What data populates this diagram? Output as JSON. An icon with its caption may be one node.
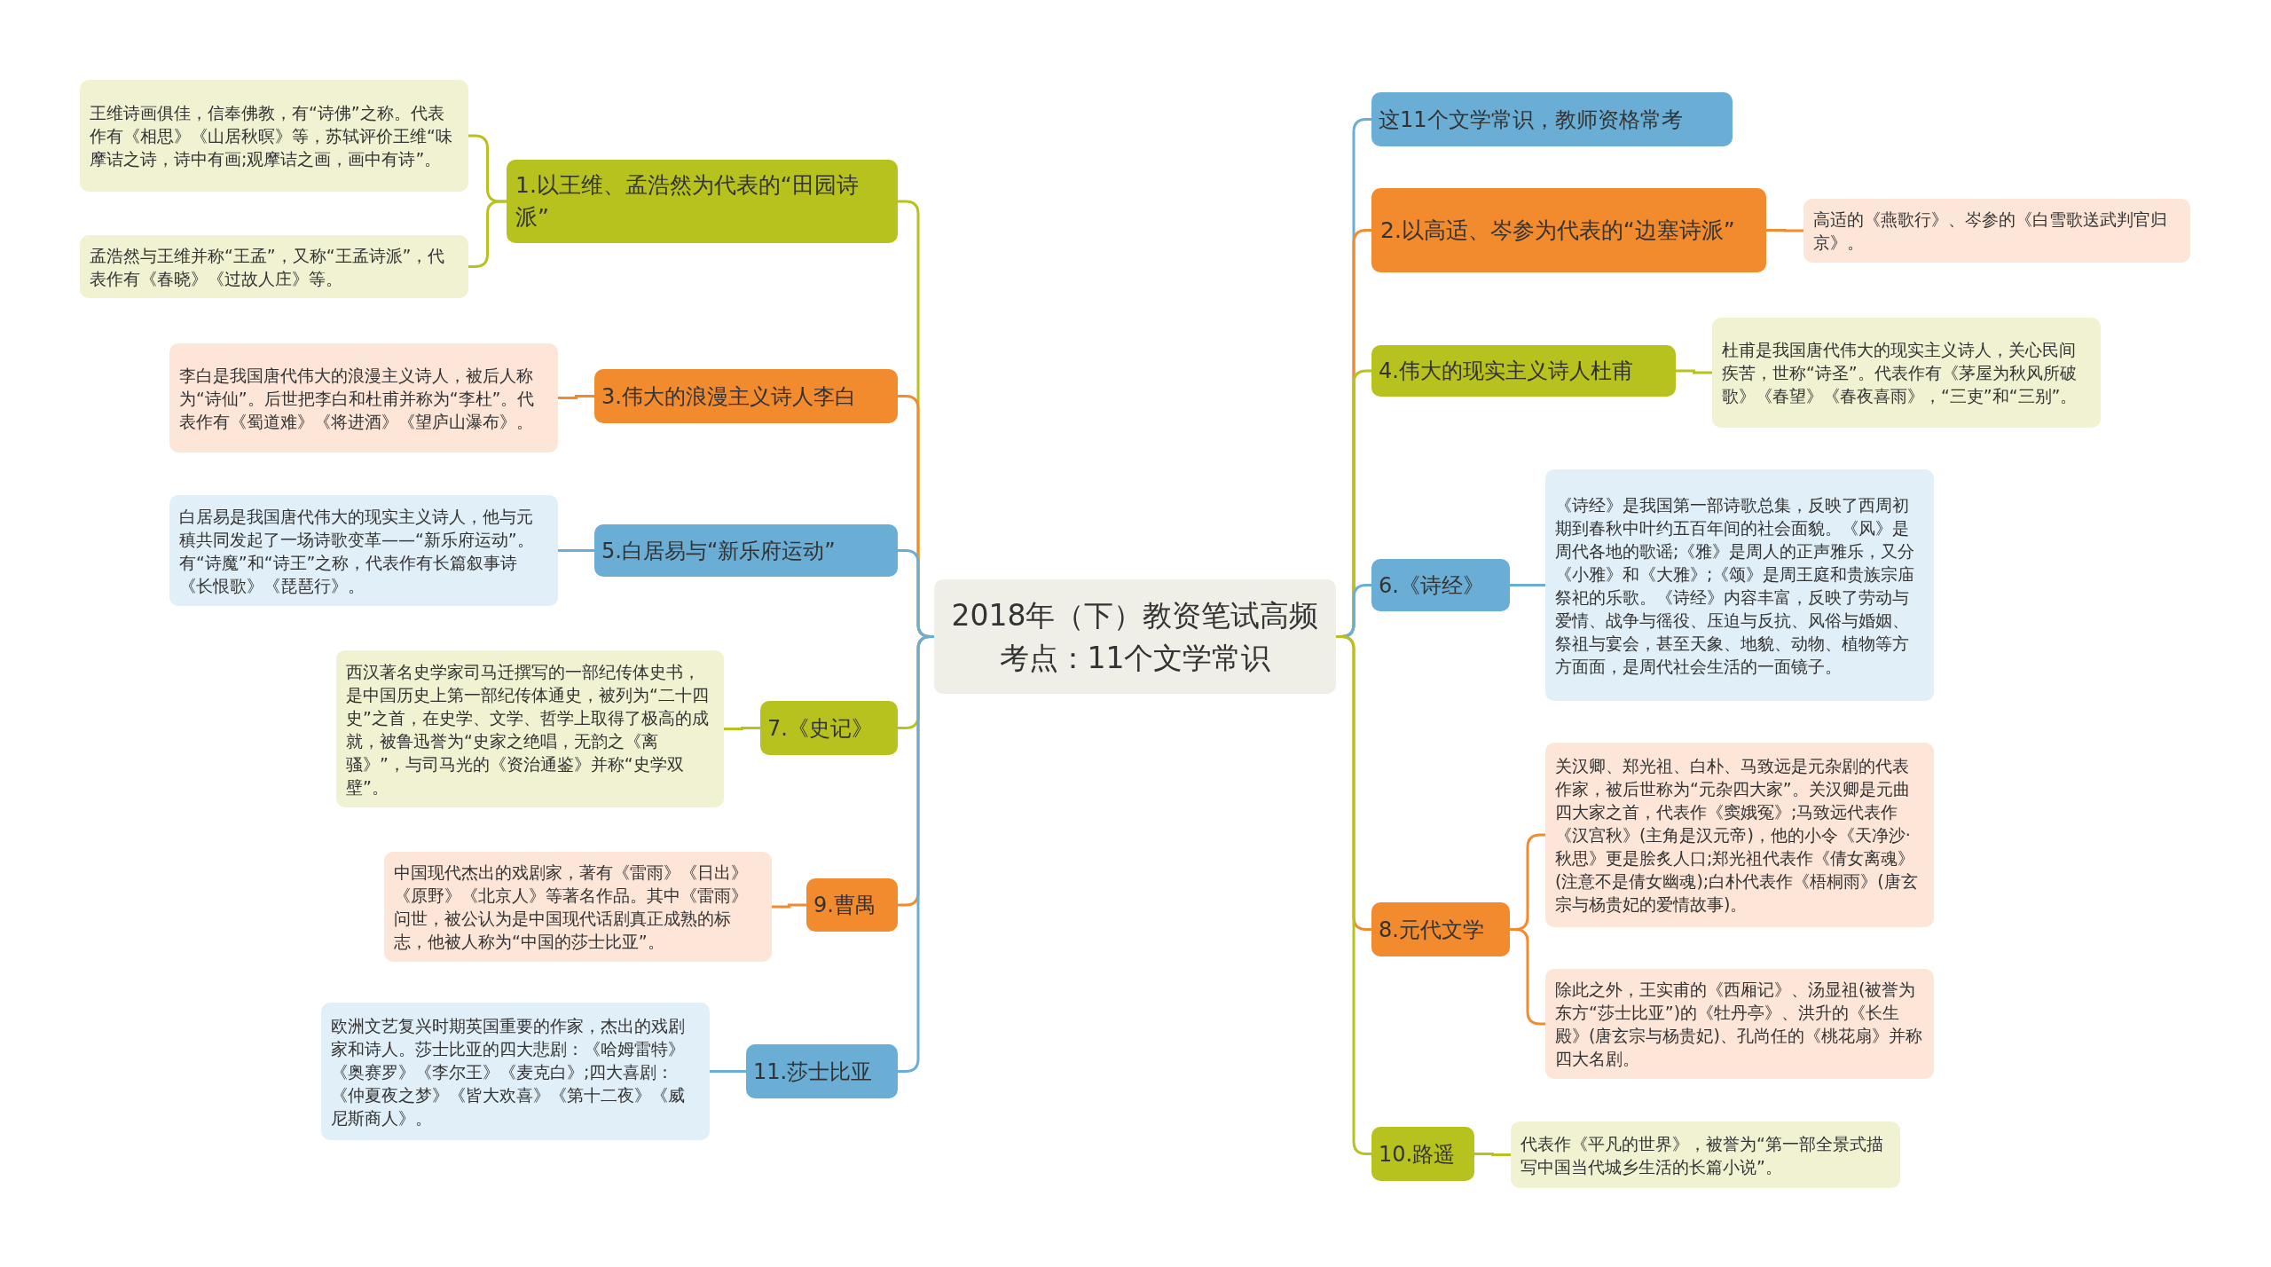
{
  "diagram": {
    "nodes": [
      {
        "text": [
          "2018年（下）教资笔试高频考点：11个文学常识"
        ]
      },
      {
        "text": [
          "1.以王维、孟浩然为代表的“田园诗派”"
        ]
      },
      {
        "text": [
          "王维诗画俱佳，信奉佛教，有“诗佛”之称。代表作有《相思》《山居秋暝》等，苏轼评价王维“味摩诘之诗，诗中有画;观摩诘之画，画中有诗”。"
        ]
      },
      {
        "text": [
          "孟浩然与王维并称“王孟”，又称“王孟诗派”，代表作有《春晓》《过故人庄》等。"
        ]
      },
      {
        "text": [
          "3.伟大的浪漫主义诗人李白"
        ]
      },
      {
        "text": [
          "李白是我国唐代伟大的浪漫主义诗人，被后人称为“诗仙”。后世把李白和杜甫并称为“李杜”。代表作有《蜀道难》《将进酒》《望庐山瀑布》。"
        ]
      },
      {
        "text": [
          "5.白居易与“新乐府运动”"
        ]
      },
      {
        "text": [
          "白居易是我国唐代伟大的现实主义诗人，他与元稹共同发起了一场诗歌变革——“新乐府运动”。有“诗魔”和“诗王”之称，代表作有长篇叙事诗《长恨歌》《琵琶行》。"
        ]
      },
      {
        "text": [
          "7.《史记》"
        ]
      },
      {
        "text": [
          "西汉著名史学家司马迁撰写的一部纪传体史书，是中国历史上第一部纪传体通史，被列为“二十四史”之首，在史学、文学、哲学上取得了极高的成就，被鲁迅誉为“史家之绝唱，无韵之《离骚》”，与司马光的《资治通鉴》并称“史学双壁”。"
        ]
      },
      {
        "text": [
          "9.曹禺"
        ]
      },
      {
        "text": [
          "中国现代杰出的戏剧家，著有《雷雨》《日出》《原野》《北京人》等著名作品。其中《雷雨》问世，被公认为是中国现代话剧真正成熟的标志，他被人称为“中国的莎士比亚”。"
        ]
      },
      {
        "text": [
          "11.莎士比亚"
        ]
      },
      {
        "text": [
          "欧洲文艺复兴时期英国重要的作家，杰出的戏剧家和诗人。莎士比亚的四大悲剧：《哈姆雷特》《奥赛罗》《李尔王》《麦克白》;四大喜剧：《仲夏夜之梦》《皆大欢喜》《第十二夜》《威尼斯商人》。"
        ]
      },
      {
        "text": [
          "这11个文学常识，教师资格常考"
        ]
      },
      {
        "text": [
          "2.以高适、岑参为代表的“边塞诗派”"
        ]
      },
      {
        "text": [
          "高适的《燕歌行》、岑参的《白雪歌送武判官归京》。"
        ]
      },
      {
        "text": [
          "4.伟大的现实主义诗人杜甫"
        ]
      },
      {
        "text": [
          "杜甫是我国唐代伟大的现实主义诗人，关心民间疾苦，世称“诗圣”。代表作有《茅屋为秋风所破歌》《春望》《春夜喜雨》，“三吏”和“三别”。"
        ]
      },
      {
        "text": [
          "6.《诗经》"
        ]
      },
      {
        "text": [
          "《诗经》是我国第一部诗歌总集，反映了西周初期到春秋中叶约五百年间的社会面貌。《风》是周代各地的歌谣;《雅》是周人的正声雅乐，又分《小雅》和《大雅》;《颂》是周王庭和贵族宗庙祭祀的乐歌。《诗经》内容丰富，反映了劳动与爱情、战争与徭役、压迫与反抗、风俗与婚姻、祭祖与宴会，甚至天象、地貌、动物、植物等方方面面，是周代社会生活的一面镜子。"
        ]
      },
      {
        "text": [
          "8.元代文学"
        ]
      },
      {
        "text": [
          "关汉卿、郑光祖、白朴、马致远是元杂剧的代表作家，被后世称为“元杂四大家”。关汉卿是元曲四大家之首，代表作《窦娥冤》;马致远代表作《汉宫秋》(主角是汉元帝)，他的小令《天净沙·秋思》更是脍炙人口;郑光祖代表作《倩女离魂》(注意不是倩女幽魂);白朴代表作《梧桐雨》(唐玄宗与杨贵妃的爱情故事)。"
        ]
      },
      {
        "text": [
          "除此之外，王实甫的《西厢记》、汤显祖(被誉为东方“莎士比亚”)的《牡丹亭》、洪升的《长生殿》(唐玄宗与杨贵妃)、孔尚任的《桃花扇》并称四大名剧。"
        ]
      },
      {
        "text": [
          "10.路遥"
        ]
      },
      {
        "text": [
          "代表作《平凡的世界》，被誉为“第一部全景式描写中国当代城乡生活的长篇小说”。"
        ]
      }
    ],
    "edges": [
      {
        "from": 0,
        "to": 1,
        "arrow": "none",
        "color": "#b8c21e"
      },
      {
        "from": 1,
        "to": 2,
        "arrow": "none",
        "color": "#b8c21e"
      },
      {
        "from": 1,
        "to": 3,
        "arrow": "none",
        "color": "#b8c21e"
      },
      {
        "from": 0,
        "to": 4,
        "arrow": "none",
        "color": "#f28a2e"
      },
      {
        "from": 4,
        "to": 5,
        "arrow": "none",
        "color": "#f28a2e"
      },
      {
        "from": 0,
        "to": 6,
        "arrow": "none",
        "color": "#6aaed6"
      },
      {
        "from": 6,
        "to": 7,
        "arrow": "none",
        "color": "#6aaed6"
      },
      {
        "from": 0,
        "to": 8,
        "arrow": "none",
        "color": "#b8c21e"
      },
      {
        "from": 8,
        "to": 9,
        "arrow": "none",
        "color": "#b8c21e"
      },
      {
        "from": 0,
        "to": 10,
        "arrow": "none",
        "color": "#f28a2e"
      },
      {
        "from": 10,
        "to": 11,
        "arrow": "none",
        "color": "#f28a2e"
      },
      {
        "from": 0,
        "to": 12,
        "arrow": "none",
        "color": "#6aaed6"
      },
      {
        "from": 12,
        "to": 13,
        "arrow": "none",
        "color": "#6aaed6"
      },
      {
        "from": 0,
        "to": 14,
        "arrow": "none",
        "color": "#6aaed6"
      },
      {
        "from": 0,
        "to": 15,
        "arrow": "none",
        "color": "#f28a2e"
      },
      {
        "from": 15,
        "to": 16,
        "arrow": "none",
        "color": "#f28a2e"
      },
      {
        "from": 0,
        "to": 17,
        "arrow": "none",
        "color": "#b8c21e"
      },
      {
        "from": 17,
        "to": 18,
        "arrow": "none",
        "color": "#b8c21e"
      },
      {
        "from": 0,
        "to": 19,
        "arrow": "none",
        "color": "#6aaed6"
      },
      {
        "from": 19,
        "to": 20,
        "arrow": "none",
        "color": "#6aaed6"
      },
      {
        "from": 0,
        "to": 21,
        "arrow": "none",
        "color": "#f28a2e"
      },
      {
        "from": 21,
        "to": 22,
        "arrow": "none",
        "color": "#f28a2e"
      },
      {
        "from": 21,
        "to": 23,
        "arrow": "none",
        "color": "#f28a2e"
      },
      {
        "from": 0,
        "to": 24,
        "arrow": "none",
        "color": "#b8c21e"
      },
      {
        "from": 24,
        "to": 25,
        "arrow": "none",
        "color": "#b8c21e"
      }
    ]
  }
}
